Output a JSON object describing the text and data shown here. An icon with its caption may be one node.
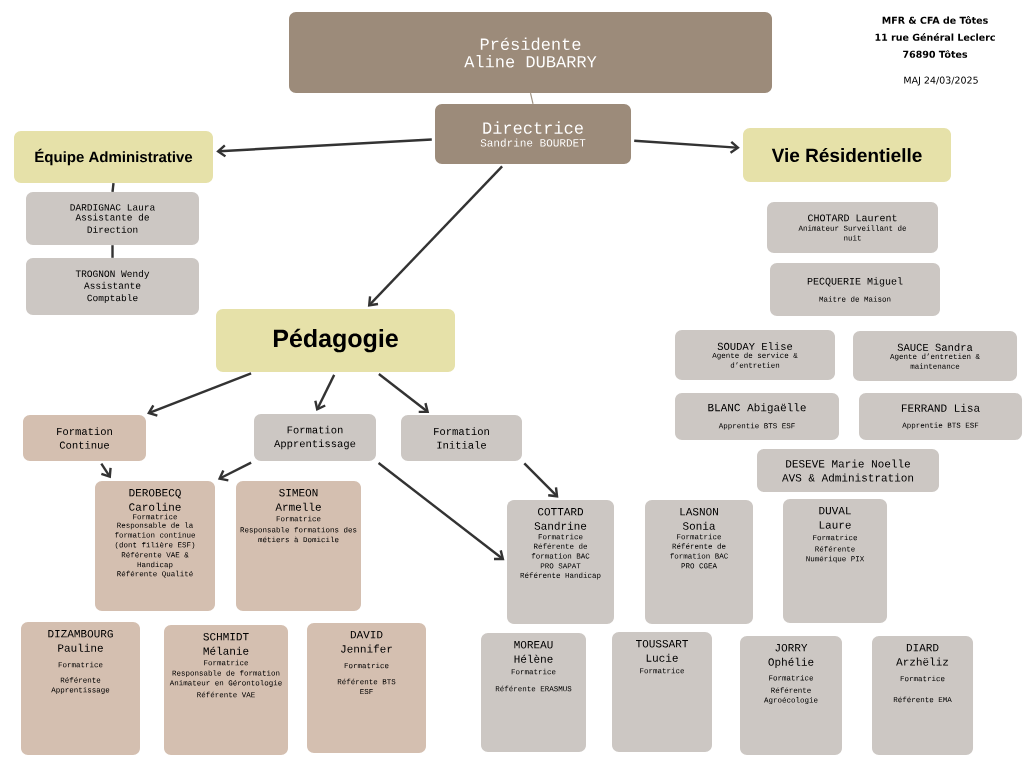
{
  "diagram": {
    "nodes": [
      {
        "text": [
          "Présidente",
          "Aline DUBARRY"
        ]
      },
      {
        "text": [
          "Directrice",
          "Sandrine BOURDET"
        ]
      },
      {
        "text": [
          "Équipe Administrative"
        ]
      },
      {
        "text": [
          "Vie Résidentielle"
        ]
      },
      {
        "text": [
          "DARDIGNAC Laura",
          "Assistante de Direction"
        ]
      },
      {
        "text": [
          "TROGNON Wendy",
          "Assistante Comptable"
        ]
      },
      {
        "text": [
          "CHOTARD Laurent",
          "Animateur Surveillant de nuit"
        ]
      },
      {
        "text": [
          "PECQUERIE Miguel",
          "Maitre de Maison"
        ]
      },
      {
        "text": [
          "Pédagogie"
        ]
      },
      {
        "text": [
          "SOUDAY Elise",
          "Agente de service & d’entretien"
        ]
      },
      {
        "text": [
          "SAUCE Sandra",
          "Agente d’entretien & maintenance"
        ]
      },
      {
        "text": [
          "Formation Continue"
        ]
      },
      {
        "text": [
          "Formation Apprentissage"
        ]
      },
      {
        "text": [
          "Formation Initiale"
        ]
      },
      {
        "text": [
          "BLANC Abigaëlle",
          "Apprentie BTS ESF"
        ]
      },
      {
        "text": [
          "FERRAND Lisa",
          "Apprentie BTS ESF"
        ]
      },
      {
        "text": [
          "DESEVE Marie Noelle",
          "AVS & Administration"
        ]
      },
      {
        "text": [
          "DEROBECQ Caroline",
          "Formatrice",
          "Responsable de la formation continue (dont filière ESF)",
          "Référente VAE & Handicap",
          "Référente Qualité"
        ]
      },
      {
        "text": [
          "SIMEON Armelle",
          "Formatrice",
          "Responsable formations des métiers à Domicile"
        ]
      },
      {
        "text": [
          "COTTARD Sandrine",
          "Formatrice",
          "Référente de formation BAC PRO SAPAT",
          "Référente Handicap"
        ]
      },
      {
        "text": [
          "LASNON Sonia",
          "Formatrice",
          "Référente de formation BAC PRO CGEA"
        ]
      },
      {
        "text": [
          "DUVAL Laure",
          "Formatrice",
          "Référente Numérique PIX"
        ]
      },
      {
        "text": [
          "DIZAMBOURG Pauline",
          "Formatrice",
          "Référente Apprentissage"
        ]
      },
      {
        "text": [
          "SCHMIDT Mélanie",
          "Formatrice",
          "Responsable de formation Animateur en Gérontologie",
          "Référente VAE"
        ]
      },
      {
        "text": [
          "DAVID Jennifer",
          "Formatrice",
          "Référente BTS ESF"
        ]
      },
      {
        "text": [
          "MOREAU Hélène",
          "Formatrice",
          "Référente ERASMUS"
        ]
      },
      {
        "text": [
          "TOUSSART Lucie",
          "Formatrice"
        ]
      },
      {
        "text": [
          "JORRY Ophélie",
          "Formatrice",
          "Référente Agroécologie"
        ]
      },
      {
        "text": [
          "DIARD Arzhëliz",
          "Formatrice",
          "Référente EMA"
        ]
      }
    ],
    "edges": [
      {
        "from": 0,
        "to": 1,
        "arrow": "none",
        "color": "#a09484"
      },
      {
        "from": 1,
        "to": 2,
        "arrow": "to"
      },
      {
        "from": 1,
        "to": 3,
        "arrow": "to"
      },
      {
        "from": 1,
        "to": 8,
        "arrow": "to"
      },
      {
        "from": 2,
        "to": 4,
        "arrow": "none"
      },
      {
        "from": 4,
        "to": 5,
        "arrow": "none"
      },
      {
        "from": 8,
        "to": 11,
        "arrow": "to"
      },
      {
        "from": 8,
        "to": 12,
        "arrow": "to"
      },
      {
        "from": 8,
        "to": 13,
        "arrow": "to"
      },
      {
        "from": 11,
        "to": 17,
        "arrow": "to"
      },
      {
        "from": 12,
        "to": 17,
        "arrow": "to"
      },
      {
        "from": 12,
        "to": 19,
        "arrow": "to"
      },
      {
        "from": 13,
        "to": 19,
        "arrow": "to"
      }
    ],
    "labels": [
      "MFR & CFA de Tôtes",
      "11 rue Général Leclerc",
      "76890 Tôtes",
      "MAJ 24/03/2025"
    ]
  }
}
